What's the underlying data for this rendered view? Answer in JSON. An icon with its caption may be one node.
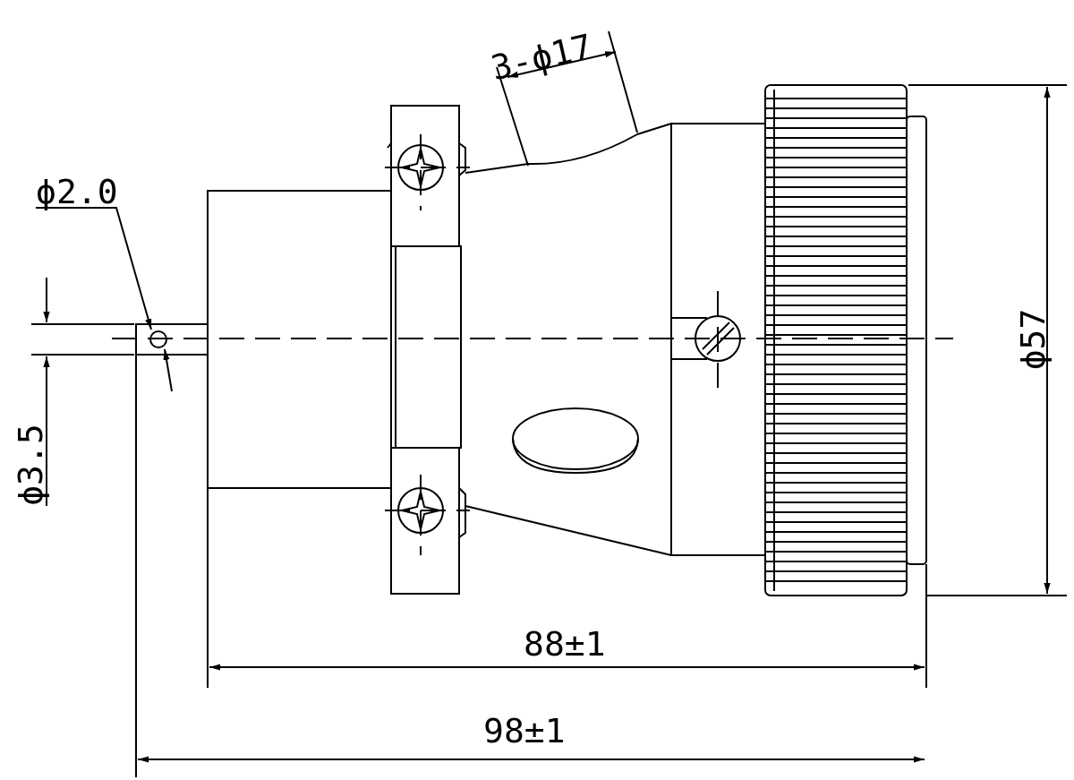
{
  "diagram": {
    "labels": [
      "3-ϕ17",
      "ϕ2.0",
      "ϕ3.5",
      "ϕ57",
      "88±1",
      "98±1"
    ]
  }
}
